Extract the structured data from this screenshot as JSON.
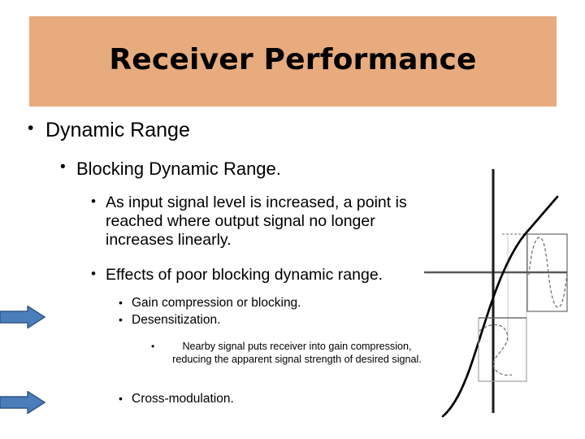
{
  "slide": {
    "title": "Receiver Performance",
    "banner_color": "#e7ab7e",
    "background_color": "#ffffff",
    "text_color": "#000000"
  },
  "outline": [
    {
      "level": 1,
      "bullet": "•",
      "text": "Dynamic Range"
    },
    {
      "level": 2,
      "bullet": "•",
      "text": "Blocking Dynamic Range."
    },
    {
      "level": 3,
      "bullet": "•",
      "text": "As input signal level is increased, a point is reached where output signal no longer increases linearly."
    },
    {
      "level": 3,
      "bullet": "•",
      "text": "Effects of poor blocking dynamic range."
    },
    {
      "level": 4,
      "bullet": "•",
      "text": "Gain compression or blocking."
    },
    {
      "level": 4,
      "bullet": "•",
      "text": "Desensitization."
    },
    {
      "level": 5,
      "bullet": "•",
      "text": "Nearby signal puts receiver into gain compression, reducing the apparent signal strength of desired signal."
    },
    {
      "level": 4,
      "bullet": "•",
      "text": "Cross-modulation."
    }
  ],
  "arrows": [
    {
      "name": "blue-arrow-desensitization",
      "direction": "right",
      "fill": "#4a7ebb",
      "stroke": "#2f5585"
    },
    {
      "name": "blue-arrow-cross-modulation",
      "direction": "right",
      "fill": "#4a7ebb",
      "stroke": "#2f5585"
    }
  ],
  "figure": {
    "name": "gain-compression-transfer-curve",
    "description": "Transfer curve showing output versus input with saturation, an undistorted input sine wave below the horizontal axis and a clipped output sine wave to the right.",
    "axis_color": "#595959",
    "curve_color": "#000000",
    "waveform_color": "#595959",
    "elements": [
      "vertical-axis",
      "horizontal-axis",
      "transfer-curve",
      "input-waveform-box",
      "output-waveform-box",
      "projection-lines"
    ]
  }
}
